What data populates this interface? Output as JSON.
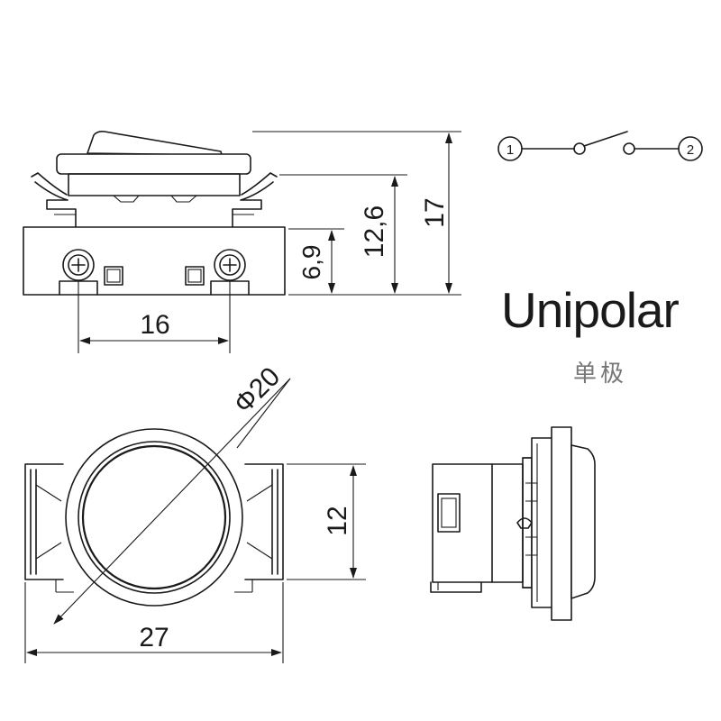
{
  "title": "Unipolar",
  "subtitle": "单极",
  "terminals": [
    "1",
    "2"
  ],
  "dimensions": {
    "width_top": "16",
    "height_terminal": "6,9",
    "height_mid": "12,6",
    "height_total": "17",
    "diameter": "Φ20",
    "height_front": "12",
    "width_front": "27"
  },
  "colors": {
    "line": "#1a1a1a",
    "subtitle": "#777777"
  }
}
